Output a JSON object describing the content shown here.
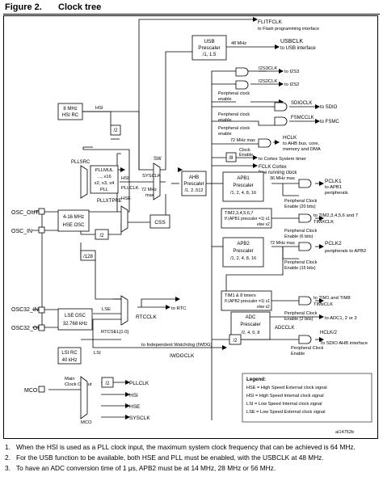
{
  "figure": {
    "number": "Figure 2.",
    "title": "Clock tree",
    "code": "ai14752b"
  },
  "blocks": {
    "usb_prescaler": {
      "line1": "USB",
      "line2": "Prescaler",
      "line3": "/1, 1.5"
    },
    "hsi_rc": {
      "line1": "8 MHz",
      "line2": "HSI RC"
    },
    "div2_hsi": "/2",
    "pll": {
      "line1": "PLLMUL",
      "line2": "..., x16",
      "line3": "x2, x3, x4",
      "line4": "PLL"
    },
    "pllsrc": "PLLSRC",
    "sw": "SW",
    "ahb_prescaler": {
      "line1": "AHB",
      "line2": "Prescaler",
      "line3": "/1, 2..512"
    },
    "css": "CSS",
    "apb1_prescaler": {
      "line1": "APB1",
      "line2": "Prescaler",
      "line3": "/1, 2, 4, 8, 16"
    },
    "apb2_prescaler": {
      "line1": "APB2",
      "line2": "Prescaler",
      "line3": "/1, 2, 4, 8, 16"
    },
    "adc_prescaler": {
      "line1": "ADC",
      "line2": "Prescaler",
      "line3": "/2, 4, 6, 8"
    },
    "hse_osc": {
      "line1": "4-16 MHz",
      "line2": "HSE OSC"
    },
    "pllxtpre": "PLLXTPRE",
    "div2_hse": "/2",
    "div128": "/128",
    "lse_osc": {
      "line1": "LSE OSC",
      "line2": "32.768 kHz"
    },
    "lsi_rc": {
      "line1": "LSI RC",
      "line2": "40 kHz"
    },
    "div8": "/8",
    "div2_sdio": "/2",
    "div2_mco": "/2",
    "tim2_box": {
      "line1": "TIM2,3,4,5,6,7",
      "line2": "If (APB1 prescaler =1) x1",
      "line3": "else x2"
    },
    "tim1_box": {
      "line1": "TIM1 & 8 timers",
      "line2": "If (APB2 prescaler =1) x1",
      "line3": "else x2"
    }
  },
  "pins": {
    "osc_out": "OSC_OUT",
    "osc_in": "OSC_IN",
    "osc32_in": "OSC32_IN",
    "osc32_out": "OSC32_OUT",
    "mco": "MCO"
  },
  "labels": {
    "flitfclk": "FLITFCLK",
    "flash_if": "to Flash programming interface",
    "mhz48": "48 MHz",
    "usbclk": "USBCLK",
    "to_usb": "to USB interface",
    "i2s3clk": "I2S3CLK",
    "to_i2s3": "to I2S3",
    "i2s2clk": "I2S2CLK",
    "to_i2s2": "to I2S2",
    "periph_enable_1": "Peripheral clock",
    "periph_enable_2": "enable",
    "sdioclk": "SDIOCLK",
    "to_sdio": "to SDIO",
    "fsmcclk": "FSMCCLK",
    "to_fsmc": "to FSMC",
    "mhz72_max": "72 MHz max",
    "hclk": "HCLK",
    "hclk_desc_1": "to AHB bus, core,",
    "hclk_desc_2": "memory and DMA",
    "clock_enable": "Clock",
    "enable_word": "Enable",
    "cortex_timer": "to Cortex System timer",
    "fclk": "FCLK Cortex",
    "fclk_2": "free running clock",
    "hsi": "HSI",
    "hse": "HSE",
    "pllclk": "PLLCLK",
    "sysclk": "SYSCLK",
    "sysclk_72": "72 MHz",
    "max": "max",
    "mhz36_max": "36 MHz max",
    "pclk1": "PCLK1",
    "to_apb1": "to APB1",
    "peripherals": "peripherals",
    "periph_enable_20": "Peripheral Clock",
    "enable_20": "Enable (20 bits)",
    "to_tim2": "to TIM2,3,4,5,6 and 7",
    "timxclk": "TIMXCLK",
    "enable_6": "Enable (6 bits)",
    "pclk2": "PCLK2",
    "periph_to_apb2": "peripherals to APB2",
    "enable_15": "Enable (15 bits)",
    "to_tim1": "to TIM1 and TIM8",
    "timxclk2": "TIMxCLK",
    "enable_2bits": "Enable (2 bits)",
    "to_adc": "to ADC1, 2 or 3",
    "adcclk": "ADCCLK",
    "hclk2": "HCLK/2",
    "to_sdio_ahb": "To SDIO AHB interface",
    "to_rtc": "to RTC",
    "lse": "LSE",
    "rtcclk": "RTCCLK",
    "rtcsel": "RTCSEL[1:0]",
    "lsi": "LSI",
    "to_iwdg": "to Independent Watchdog (IWDG)",
    "iwdgclk": "IWDGCLK",
    "main_out_1": "Main",
    "main_out_2": "Clock Output",
    "mco_mux": "MCO",
    "legend_title": "Legend:",
    "legend_hse": "HSE = High Speed External clock signal",
    "legend_hsi": "HSI = High Speed Internal clock signal",
    "legend_lsi": "LSI = Low Speed Internal clock signal",
    "legend_lse": "LSE = Low Speed External clock signal"
  },
  "notes": [
    {
      "num": "1.",
      "text": "When the HSI is used as a PLL clock input, the maximum system clock frequency that can be achieved is 64 MHz."
    },
    {
      "num": "2.",
      "text": "For the USB function to be available, both HSE and PLL must be enabled, with the USBCLK at 48 MHz."
    },
    {
      "num": "3.",
      "text": "To have an ADC conversion time of 1 μs, APB2 must be at 14 MHz, 28 MHz or 56 MHz."
    }
  ]
}
